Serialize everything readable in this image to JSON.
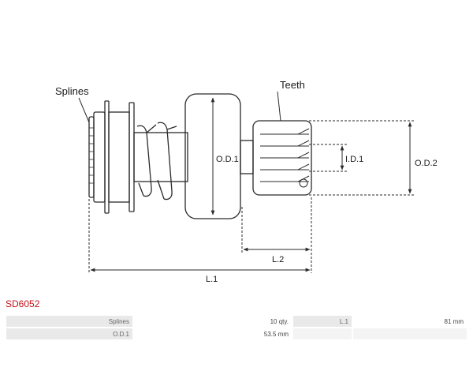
{
  "diagram": {
    "labels": {
      "splines": "Splines",
      "teeth": "Teeth",
      "od1": "O.D.1",
      "id1": "I.D.1",
      "od2": "O.D.2",
      "l1": "L.1",
      "l2": "L.2"
    }
  },
  "product": {
    "code": "SD6052",
    "specs": [
      [
        {
          "label": "Splines",
          "value": "10 qty."
        },
        {
          "label": "L.1",
          "value": "81 mm"
        }
      ],
      [
        {
          "label": "O.D.1",
          "value": "53.5 mm"
        },
        {
          "label": "",
          "value": ""
        }
      ]
    ]
  },
  "colors": {
    "part_code": "#c0151b",
    "stroke": "#2a2a2a"
  }
}
